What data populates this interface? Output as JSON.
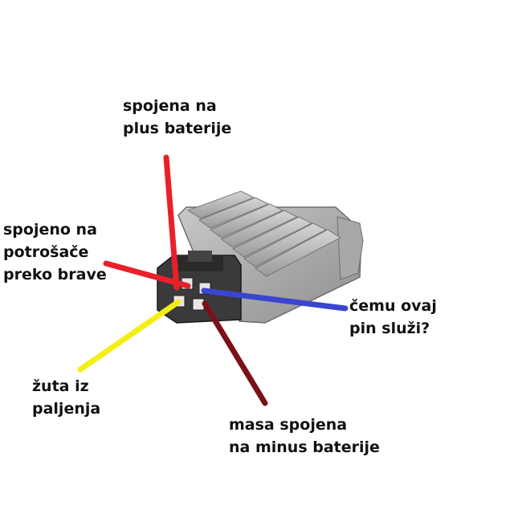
{
  "labels": {
    "plus": {
      "line1": "spojena na",
      "line2": "plus baterije"
    },
    "potrosace": {
      "line1": "spojeno na",
      "line2": "potrošače",
      "line3": "preko brave"
    },
    "cemu": {
      "line1": "čemu ovaj",
      "line2": "pin služi?"
    },
    "zuta": {
      "line1": "žuta iz",
      "line2": "paljenja"
    },
    "masa": {
      "line1": "masa spojena",
      "line2": "na minus baterije"
    }
  },
  "colors": {
    "plus": "#e8202a",
    "potrosace": "#e8202a",
    "cemu": "#3a46d0",
    "zuta": "#f5ee16",
    "masa": "#7a1018",
    "device_body": "#b4b4b4",
    "connector": "#2a2a2a"
  }
}
